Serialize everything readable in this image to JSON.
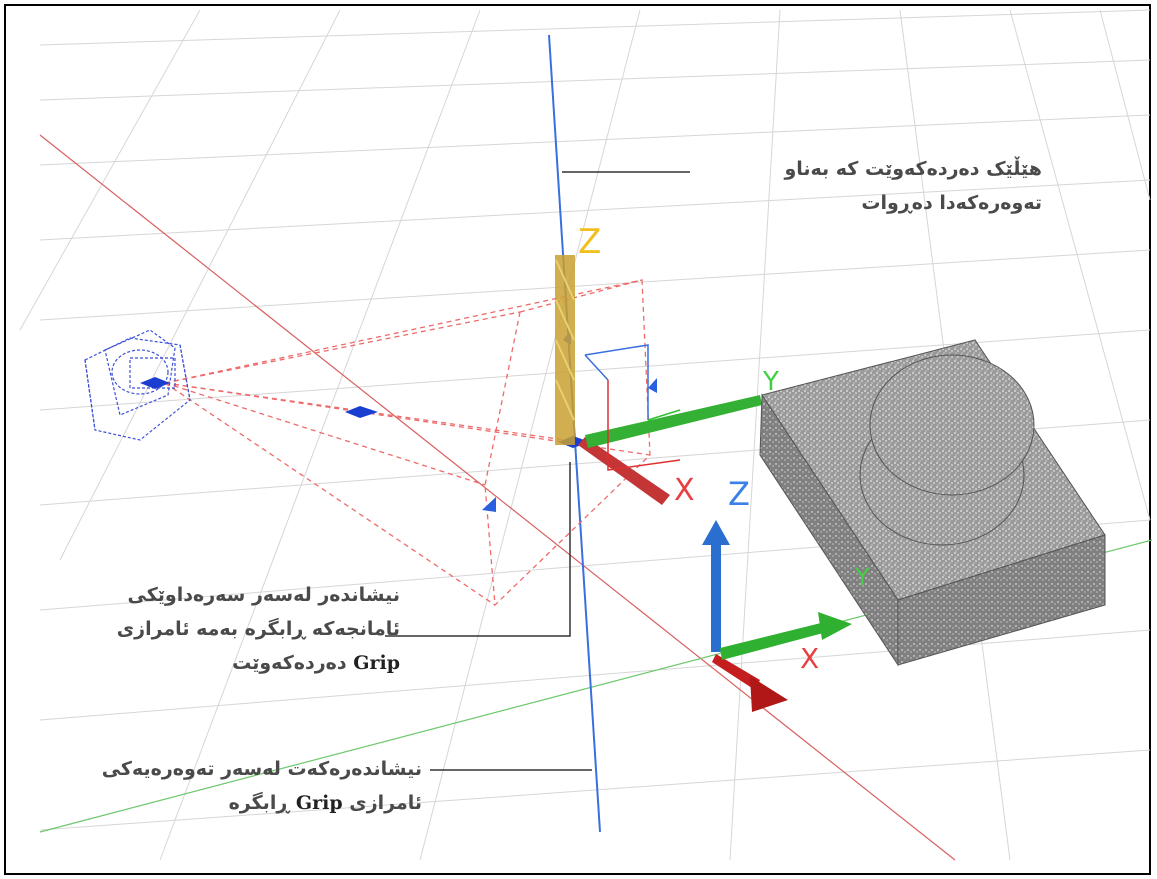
{
  "callouts": {
    "top": {
      "line1": "هێڵێک دەردەکەوێت کە بەناو",
      "line2": "تەوەرەکەدا دەڕوات"
    },
    "middle": {
      "line1": "نیشاندەر لەسەر سەرەداوێکی",
      "line2": "ئامانجەکە ڕابگرە بەمە ئامرازی",
      "line3_word": "Grip",
      "line3_rest": "دەردەکەوێت"
    },
    "bottom": {
      "line1": "نیشاندەرەکەت لەسەر تەوەرەیەکی",
      "line2_rest_a": "ئامرازی",
      "line2_word": "Grip",
      "line2_rest_b": "ڕابگرە"
    }
  },
  "axis_labels": {
    "camera_z": "Z",
    "camera_y": "Y",
    "camera_x": "X",
    "ucs_z": "Z",
    "ucs_y": "Y",
    "ucs_x": "X"
  },
  "colors": {
    "grid": "#d4d4d4",
    "blue_axis": "#3a6fe0",
    "red_axis": "#e05050",
    "green_axis": "#5cc85c",
    "camera": "#3a4fd8",
    "frustum": "#ee6666",
    "z_label": "#f0c020",
    "leader": "#333333",
    "box": "#a8a8a8"
  }
}
